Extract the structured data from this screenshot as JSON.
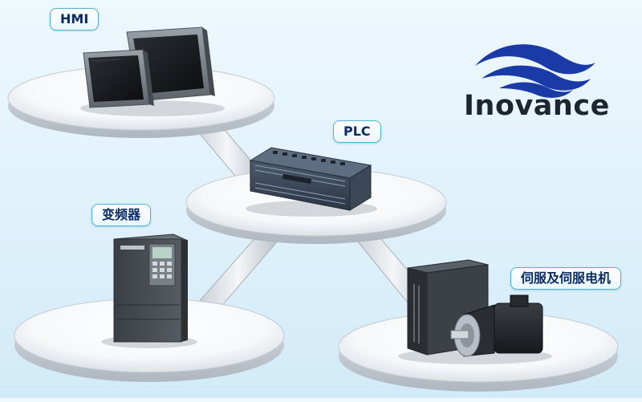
{
  "nodes": {
    "hmi": {
      "label": "HMI"
    },
    "plc": {
      "label": "PLC"
    },
    "vfd": {
      "label": "变频器"
    },
    "servo": {
      "label": "伺服及伺服电机"
    }
  },
  "brand": {
    "name": "Inovance",
    "logo_icon": "waves-logo-icon",
    "color": "#1a3aa8"
  },
  "connections": [
    {
      "from": "hmi",
      "to": "plc"
    },
    {
      "from": "plc",
      "to": "vfd"
    },
    {
      "from": "plc",
      "to": "servo"
    }
  ],
  "colors": {
    "background": "#e3f3fb",
    "label_border": "#4fb3d6",
    "label_text": "#0a2c66",
    "platform_top": "#ffffff",
    "platform_edge": "#c7ccd2"
  }
}
